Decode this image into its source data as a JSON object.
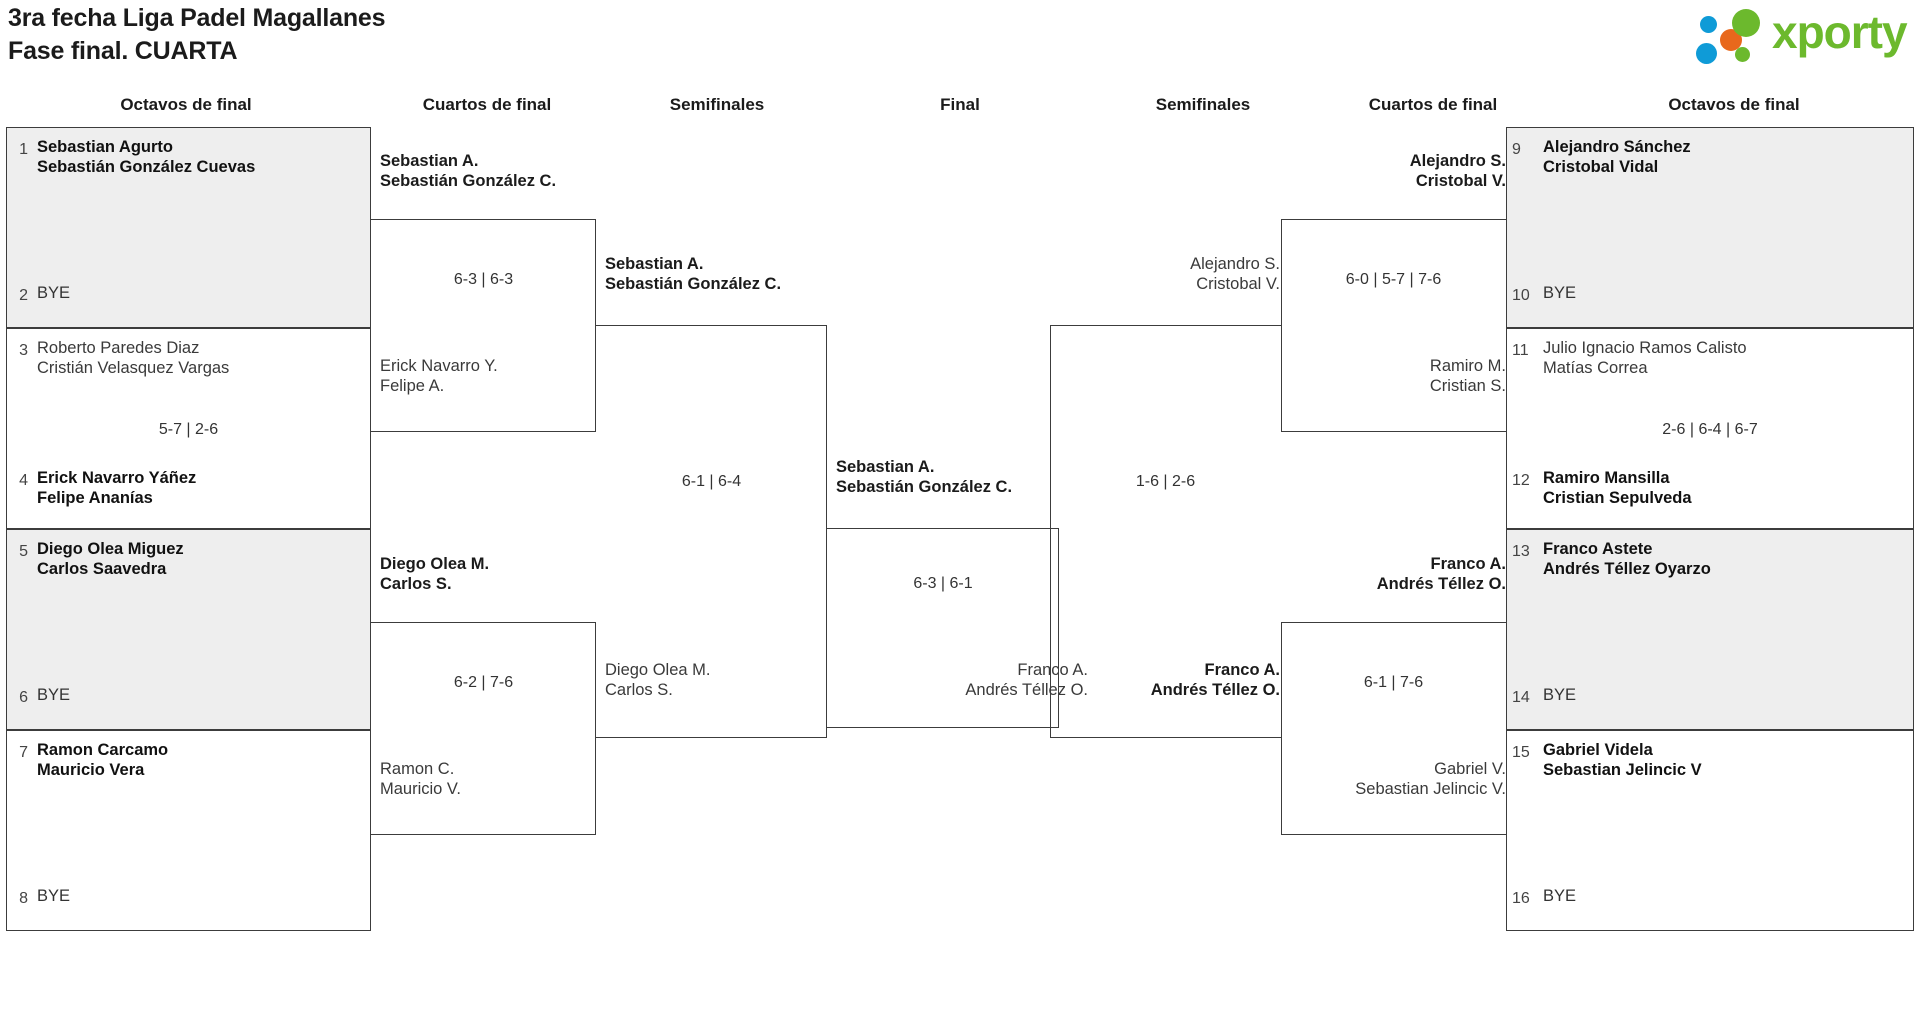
{
  "header": {
    "title_line1": "3ra fecha Liga Padel Magallanes",
    "title_line2": "Fase final. CUARTA",
    "logo_text": "xporty",
    "logo_colors": {
      "green": "#6cb92d",
      "blue": "#0f9bd7",
      "orange": "#e8681c"
    }
  },
  "rounds": {
    "left": [
      {
        "key": "octavos-left",
        "label": "Octavos de final"
      },
      {
        "key": "cuartos-left",
        "label": "Cuartos de final"
      },
      {
        "key": "semis-left",
        "label": "Semifinales"
      }
    ],
    "final": {
      "key": "final",
      "label": "Final"
    },
    "right": [
      {
        "key": "semis-right",
        "label": "Semifinales"
      },
      {
        "key": "cuartos-right",
        "label": "Cuartos de final"
      },
      {
        "key": "octavos-right",
        "label": "Octavos de final"
      }
    ]
  },
  "bracket": {
    "left_octavos": [
      {
        "seed": "1",
        "names": "Sebastian Agurto\nSebastián González Cuevas",
        "winner": true,
        "bye": false
      },
      {
        "seed": "2",
        "names": "BYE",
        "winner": false,
        "bye": true
      },
      {
        "seed": "3",
        "names": "Roberto Paredes Diaz\nCristián Velasquez Vargas",
        "winner": false,
        "bye": false
      },
      {
        "seed": "4",
        "names": "Erick Navarro Yáñez\nFelipe Ananías",
        "winner": true,
        "bye": false
      },
      {
        "seed": "5",
        "names": "Diego Olea Miguez\nCarlos Saavedra",
        "winner": true,
        "bye": false
      },
      {
        "seed": "6",
        "names": "BYE",
        "winner": false,
        "bye": true
      },
      {
        "seed": "7",
        "names": "Ramon Carcamo\nMauricio Vera",
        "winner": true,
        "bye": false
      },
      {
        "seed": "8",
        "names": "BYE",
        "winner": false,
        "bye": true
      }
    ],
    "right_octavos": [
      {
        "seed": "9",
        "names": "Alejandro Sánchez\nCristobal Vidal",
        "winner": true,
        "bye": false
      },
      {
        "seed": "10",
        "names": "BYE",
        "winner": false,
        "bye": true
      },
      {
        "seed": "11",
        "names": "Julio Ignacio Ramos Calisto\nMatías Correa",
        "winner": false,
        "bye": false
      },
      {
        "seed": "12",
        "names": "Ramiro Mansilla\nCristian Sepulveda",
        "winner": true,
        "bye": false
      },
      {
        "seed": "13",
        "names": "Franco Astete\nAndrés Téllez Oyarzo",
        "winner": true,
        "bye": false
      },
      {
        "seed": "14",
        "names": "BYE",
        "winner": false,
        "bye": true
      },
      {
        "seed": "15",
        "names": "Gabriel Videla\nSebastian Jelincic V",
        "winner": true,
        "bye": false
      },
      {
        "seed": "16",
        "names": "BYE",
        "winner": false,
        "bye": true
      }
    ],
    "left_octavos_scores": [
      {
        "key": "m1",
        "score": ""
      },
      {
        "key": "m2",
        "score": "5-7 | 2-6"
      },
      {
        "key": "m3",
        "score": ""
      },
      {
        "key": "m4",
        "score": ""
      }
    ],
    "right_octavos_scores": [
      {
        "key": "m9",
        "score": ""
      },
      {
        "key": "m10",
        "score": "2-6 | 6-4 | 6-7"
      },
      {
        "key": "m11",
        "score": ""
      },
      {
        "key": "m12",
        "score": ""
      }
    ],
    "left_cuartos": [
      {
        "top": "Sebastian A.\nSebastián González C.",
        "top_winner": true,
        "bottom": "Erick Navarro Y.\nFelipe A.",
        "bottom_winner": false,
        "score": "6-3 | 6-3"
      },
      {
        "top": "Diego Olea M.\nCarlos S.",
        "top_winner": true,
        "bottom": "Ramon C.\nMauricio V.",
        "bottom_winner": false,
        "score": "6-2 | 7-6"
      }
    ],
    "right_cuartos": [
      {
        "top": "Alejandro S.\nCristobal V.",
        "top_winner": true,
        "bottom": "Ramiro M.\nCristian S.",
        "bottom_winner": false,
        "score": "6-0 | 5-7 | 7-6"
      },
      {
        "top": "Franco A.\nAndrés Téllez O.",
        "top_winner": true,
        "bottom": "Gabriel V.\nSebastian Jelincic V.",
        "bottom_winner": false,
        "score": "6-1 | 7-6"
      }
    ],
    "left_semis": [
      {
        "top": "Sebastian A.\nSebastián González C.",
        "top_winner": true,
        "bottom": "Diego Olea M.\nCarlos S.",
        "bottom_winner": false,
        "score": "6-1 | 6-4"
      }
    ],
    "right_semis": [
      {
        "top": "Alejandro S.\nCristobal V.",
        "top_winner": false,
        "bottom": "Franco A.\nAndrés Téllez O.",
        "bottom_winner": true,
        "score": "1-6 | 2-6"
      }
    ],
    "final": {
      "top": "Sebastian A.\nSebastián González C.",
      "top_winner": true,
      "bottom": "Franco A.\nAndrés Téllez O.",
      "bottom_winner": false,
      "score": "6-3 | 6-1"
    }
  }
}
